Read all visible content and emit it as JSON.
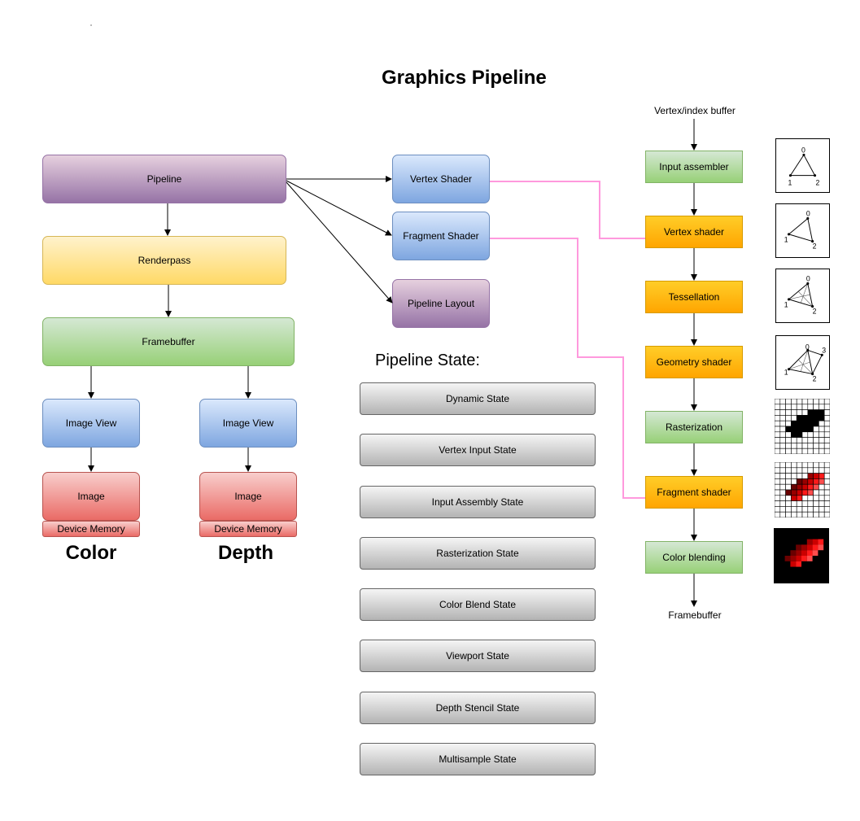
{
  "title": "Graphics Pipeline",
  "left": {
    "pipeline": "Pipeline",
    "renderpass": "Renderpass",
    "framebuffer": "Framebuffer",
    "color_column": {
      "image_view": "Image View",
      "image": "Image",
      "memory": "Device Memory",
      "label": "Color"
    },
    "depth_column": {
      "image_view": "Image View",
      "image": "Image",
      "memory": "Device Memory",
      "label": "Depth"
    }
  },
  "middle": {
    "vertex_shader": "Vertex Shader",
    "fragment_shader": "Fragment Shader",
    "pipeline_layout": "Pipeline Layout",
    "state_heading": "Pipeline State:",
    "states": [
      "Dynamic State",
      "Vertex Input State",
      "Input Assembly State",
      "Rasterization State",
      "Color Blend State",
      "Viewport State",
      "Depth Stencil State",
      "Multisample State"
    ]
  },
  "stages": {
    "input_label": "Vertex/index buffer",
    "output_label": "Framebuffer",
    "items": [
      {
        "label": "Input assembler",
        "kind": "fixed"
      },
      {
        "label": "Vertex shader",
        "kind": "programmable"
      },
      {
        "label": "Tessellation",
        "kind": "programmable"
      },
      {
        "label": "Geometry shader",
        "kind": "programmable"
      },
      {
        "label": "Rasterization",
        "kind": "fixed"
      },
      {
        "label": "Fragment shader",
        "kind": "programmable"
      },
      {
        "label": "Color blending",
        "kind": "fixed"
      }
    ]
  },
  "thumbnails": {
    "triangle_labels": [
      "0",
      "1",
      "2"
    ],
    "tess_labels": [
      "0",
      "1",
      "2"
    ],
    "geometry_labels": [
      "0",
      "1",
      "2",
      "3"
    ]
  },
  "colors": {
    "connector": "#000000",
    "shader_link": "#ff99dd"
  }
}
